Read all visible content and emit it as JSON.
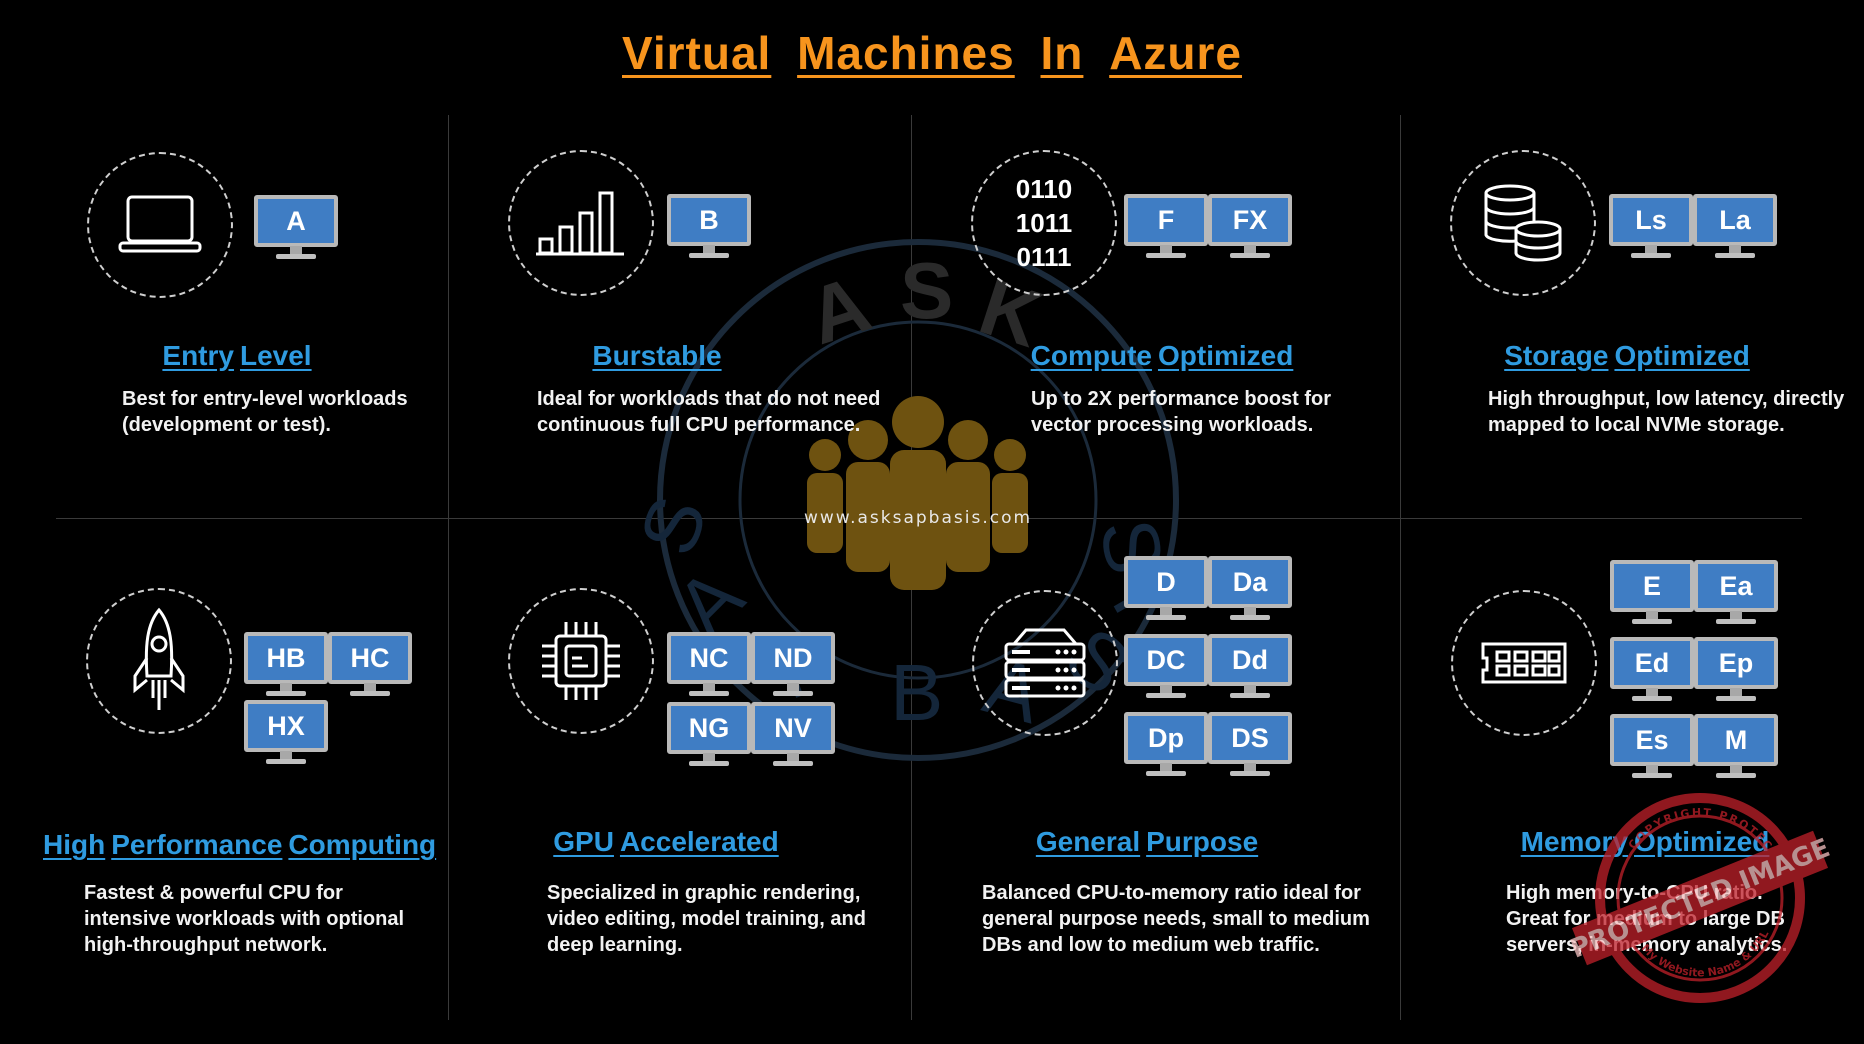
{
  "title_words": [
    "Virtual",
    "Machines",
    "In",
    "Azure"
  ],
  "watermark": {
    "url": "www.asksapbasis.com",
    "letters": [
      "A",
      "S",
      "K",
      "S",
      "A",
      "P",
      "B",
      "A",
      "S",
      "I",
      "S"
    ]
  },
  "stamp": {
    "top": "COPYRIGHT PROTECTION",
    "main": "PROTECTED IMAGE",
    "bottom": "My Website Name & URL Here"
  },
  "panels": [
    {
      "id": "entry-level",
      "icon": "laptop-icon",
      "heading_words": [
        "Entry",
        "Level"
      ],
      "desc": "Best for entry-level workloads\n(development or test).",
      "series": [
        "A"
      ]
    },
    {
      "id": "burstable",
      "icon": "bar-chart-icon",
      "heading_words": [
        "Burstable"
      ],
      "desc": "Ideal for workloads that do not need\ncontinuous full CPU performance.",
      "series": [
        "B"
      ]
    },
    {
      "id": "compute-optimized",
      "icon": "binary-icon",
      "binary": [
        "0110",
        "1011",
        "0111"
      ],
      "heading_words": [
        "Compute",
        "Optimized"
      ],
      "desc": "Up to 2X performance boost for\nvector processing workloads.",
      "series": [
        "F",
        "FX"
      ]
    },
    {
      "id": "storage-optimized",
      "icon": "database-icon",
      "heading_words": [
        "Storage",
        "Optimized"
      ],
      "desc": "High throughput, low latency, directly\nmapped to local NVMe storage.",
      "series": [
        "Ls",
        "La"
      ]
    },
    {
      "id": "high-performance-computing",
      "icon": "rocket-icon",
      "heading_words": [
        "High",
        "Performance",
        "Computing"
      ],
      "desc": "Fastest & powerful CPU for\nintensive workloads with optional\nhigh-throughput network.",
      "series": [
        "HB",
        "HC",
        "HX"
      ]
    },
    {
      "id": "gpu-accelerated",
      "icon": "chip-icon",
      "heading_words": [
        "GPU",
        "Accelerated"
      ],
      "desc": "Specialized in graphic rendering,\nvideo editing, model training, and\ndeep learning.",
      "series": [
        "NC",
        "ND",
        "NG",
        "NV"
      ]
    },
    {
      "id": "general-purpose",
      "icon": "server-icon",
      "heading_words": [
        "General",
        "Purpose"
      ],
      "desc": "Balanced CPU-to-memory ratio ideal for\ngeneral purpose needs, small to medium\nDBs and low to medium web traffic.",
      "series": [
        "D",
        "Da",
        "DC",
        "Dd",
        "Dp",
        "DS"
      ]
    },
    {
      "id": "memory-optimized",
      "icon": "memory-icon",
      "heading_words": [
        "Memory",
        "Optimized"
      ],
      "desc": "High memory-to-CPU ratio.\nGreat for medium to large DB\nservers, in-memory analytics.",
      "series": [
        "E",
        "Ea",
        "Ed",
        "Ep",
        "Es",
        "M"
      ]
    }
  ],
  "colors": {
    "title": "#f7941d",
    "heading": "#2f9be0",
    "monitor_screen": "#3f7dc4",
    "watermark": "#b8860b"
  }
}
